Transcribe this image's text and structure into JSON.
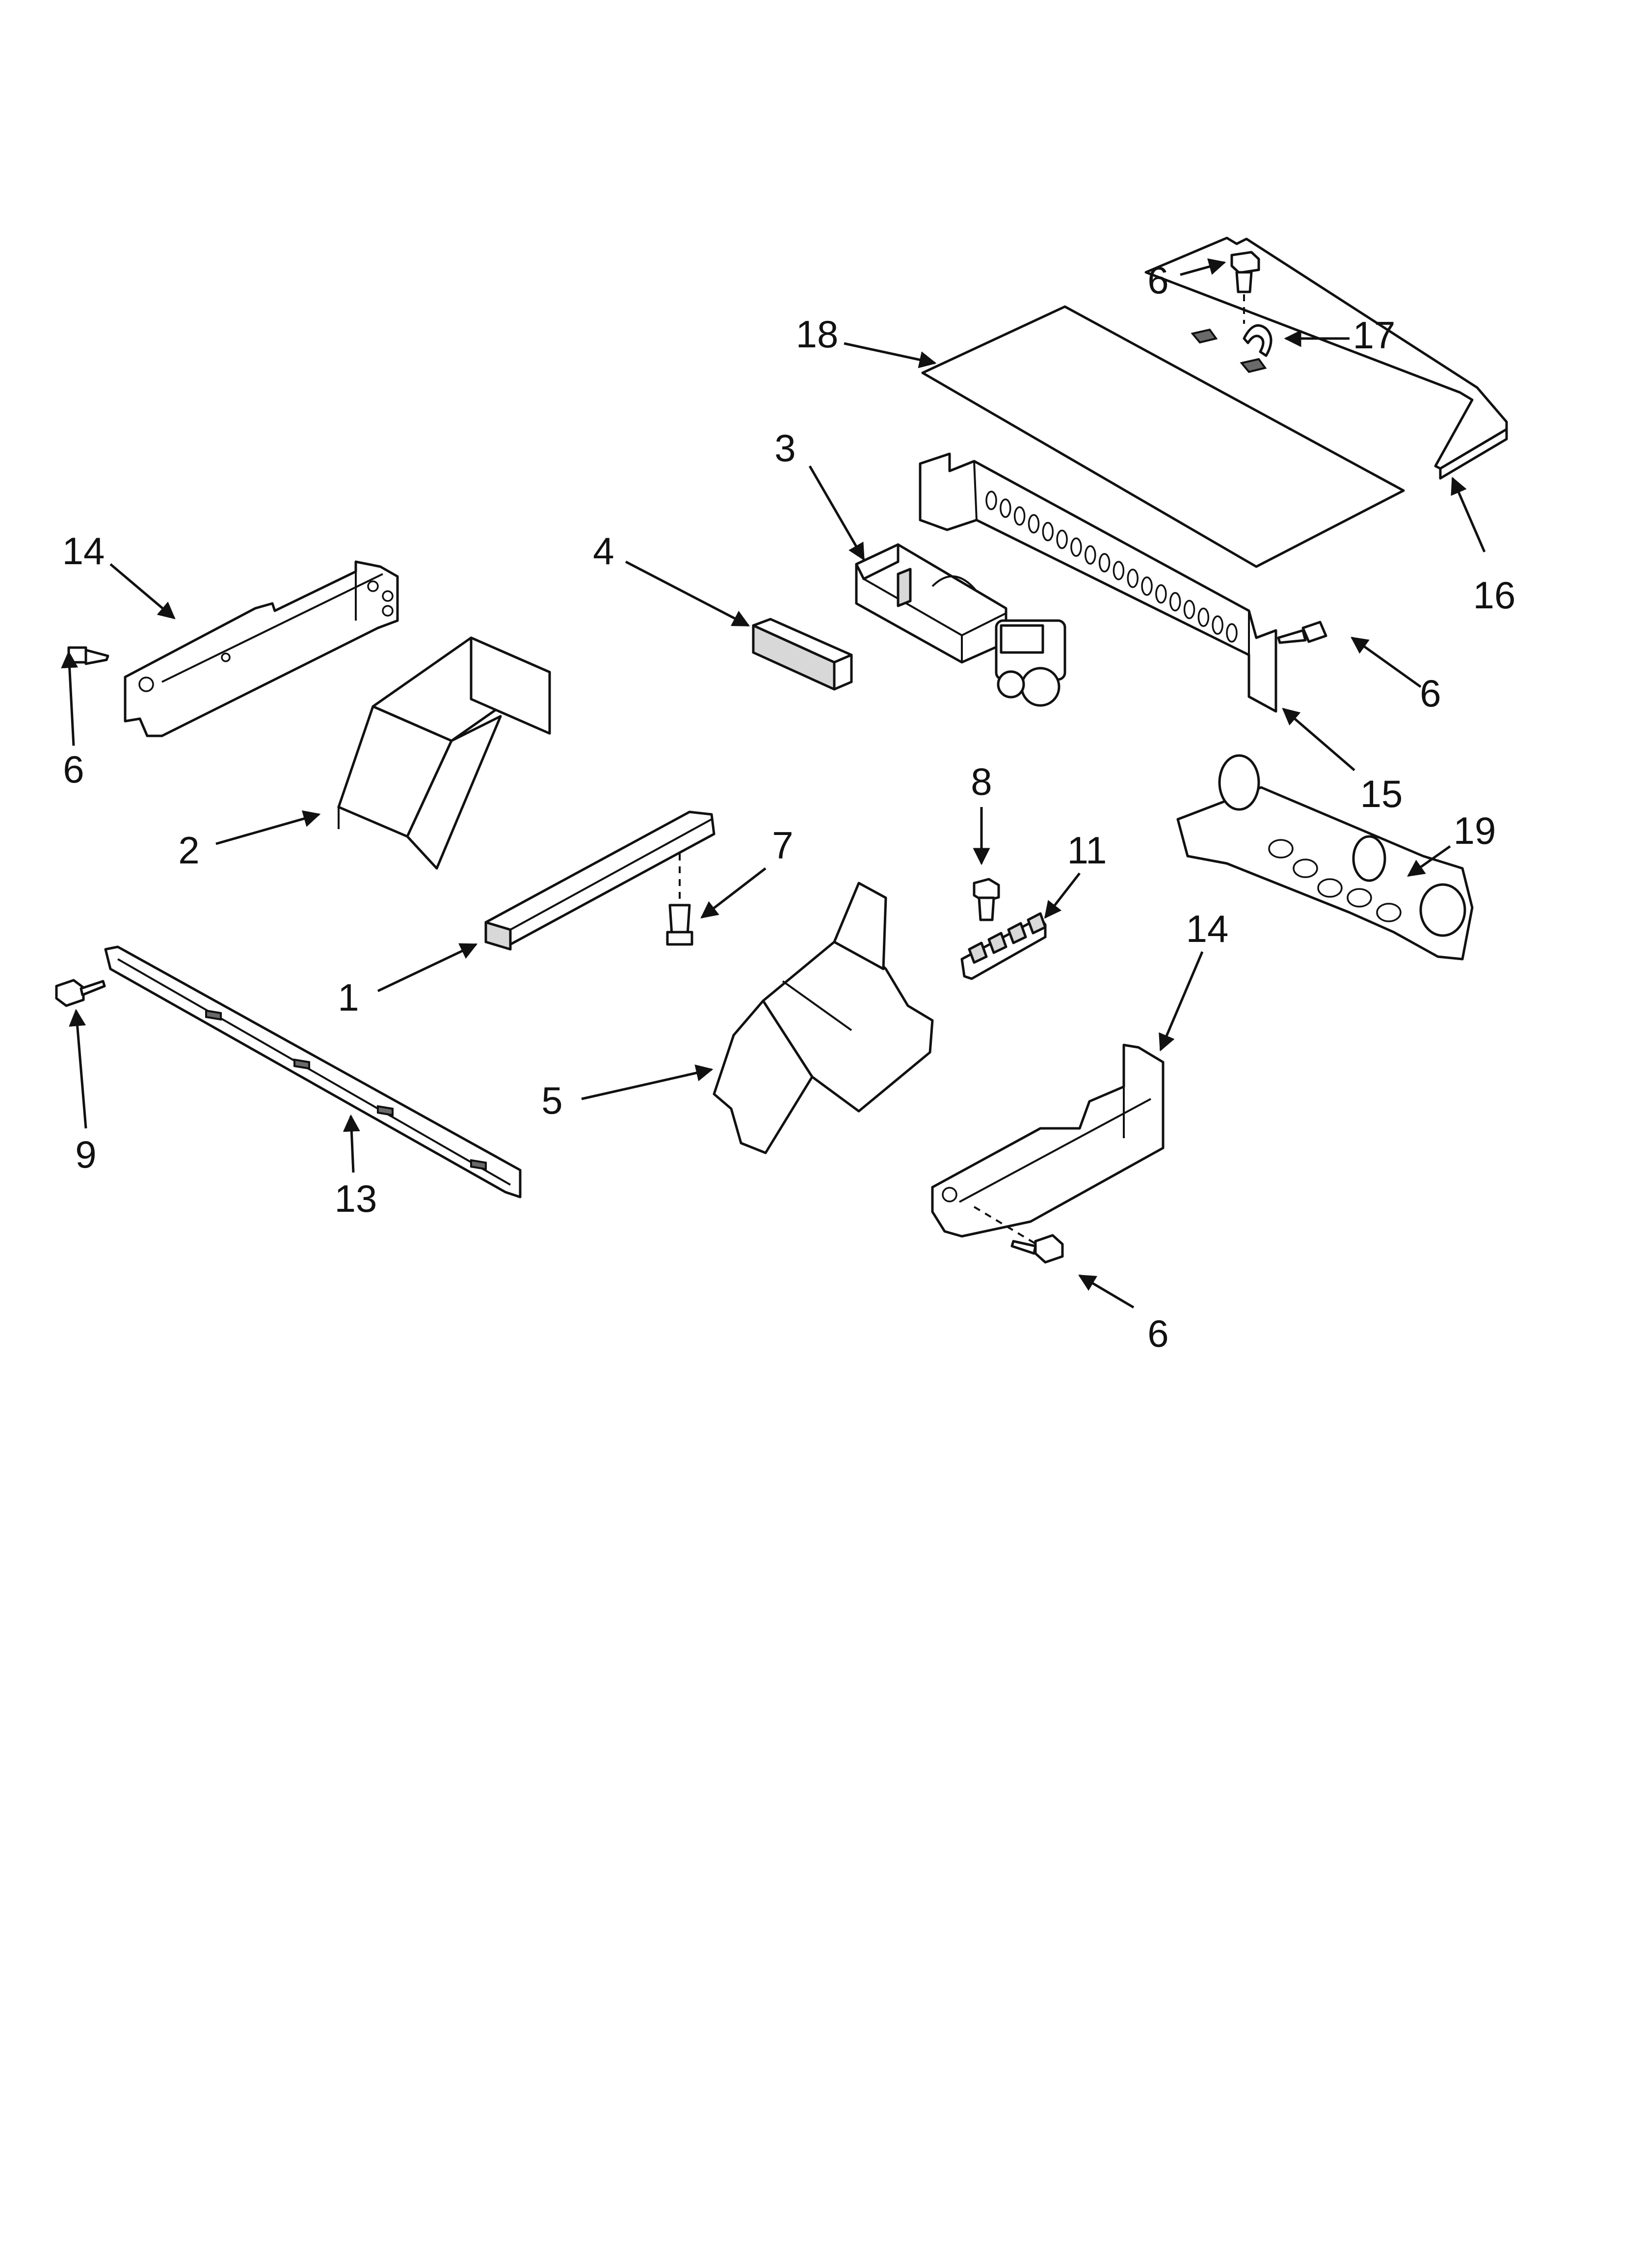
{
  "callouts": {
    "c1": "1",
    "c2": "2",
    "c3": "3",
    "c4": "4",
    "c5": "5",
    "c6a": "6",
    "c6b": "6",
    "c6c": "6",
    "c6d": "6",
    "c7": "7",
    "c8": "8",
    "c9": "9",
    "c11": "11",
    "c13": "13",
    "c14a": "14",
    "c14b": "14",
    "c15": "15",
    "c16": "16",
    "c17": "17",
    "c18": "18",
    "c19": "19"
  }
}
